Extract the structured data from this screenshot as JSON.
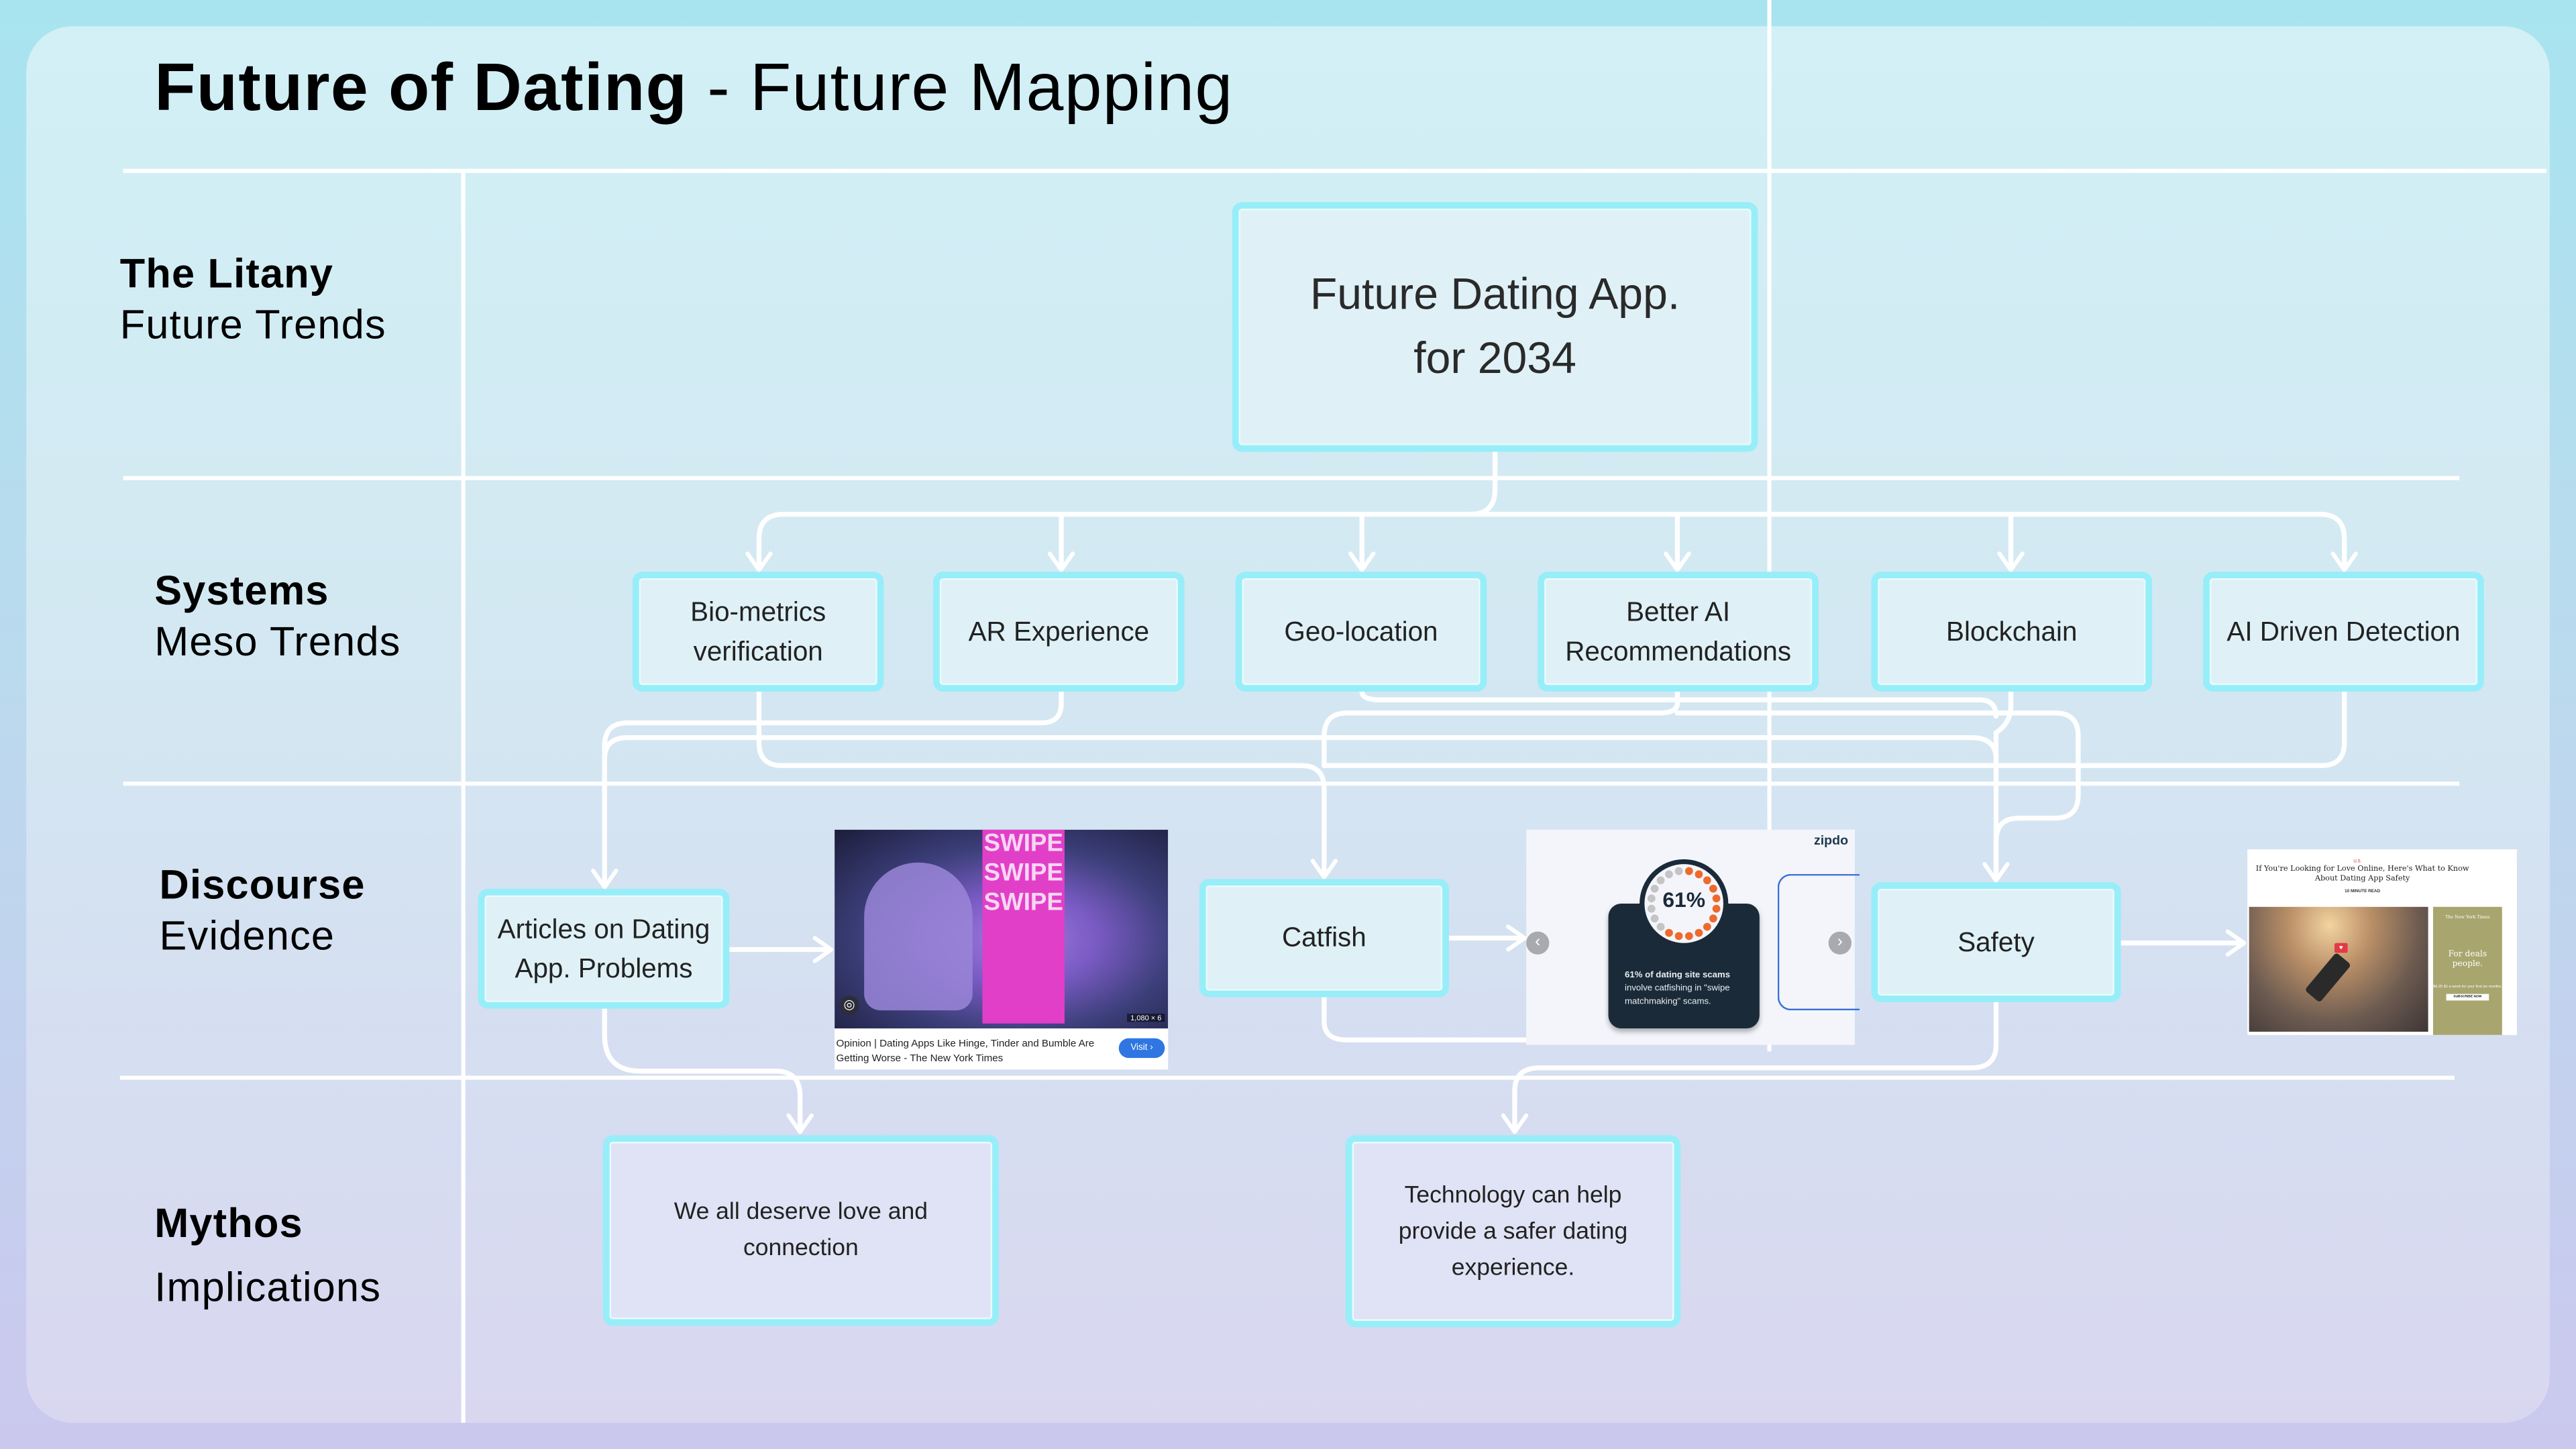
{
  "title": {
    "bold": "Future of Dating",
    "rest": " - Future Mapping"
  },
  "rows": [
    {
      "label": "The Litany",
      "sub": "Future Trends"
    },
    {
      "label": "Systems",
      "sub": "Meso Trends"
    },
    {
      "label": "Discourse",
      "sub": "Evidence"
    },
    {
      "label": "Mythos",
      "sub": "Implications"
    }
  ],
  "litany": {
    "box": "Future Dating App. for 2034"
  },
  "systems": [
    "Bio-metrics verification",
    "AR Experience",
    "Geo-location",
    "Better AI Recommendations",
    "Blockchain",
    "AI Driven Detection"
  ],
  "evidence": {
    "articles": "Articles on Dating App. Problems",
    "catfish": "Catfish",
    "safety": "Safety",
    "nyt": {
      "caption": "Opinion | Dating Apps Like Hinge, Tinder and Bumble Are Getting Worse - The New York Times",
      "visit": "Visit ›",
      "dims": "1,080 × 6",
      "poster": "SWIPE SWIPE SWIPE"
    },
    "zipdo": {
      "logo": "zipdo",
      "percent": "61%",
      "percent_value": 61,
      "stat_bold": "61% of dating site scams",
      "stat_rest": " involve catfishing in \"swipe matchmaking\" scams.",
      "prev": "‹",
      "next": "›"
    },
    "safety_article": {
      "section": "U.S.",
      "headline": "If You're Looking for Love Online, Here's What to Know About Dating App Safety",
      "read": "10 MINUTE READ",
      "ad_brand": "The New York Times",
      "ad_text": "For deals people.",
      "ad_price": "$6.25 $1 a week for your first six months.",
      "ad_button": "SUBSCRIBE NOW"
    }
  },
  "mythos": [
    "We all deserve love and connection",
    "Technology can help provide a safer dating experience."
  ],
  "colors": {
    "box_border": "#97eef8",
    "lines": "#ffffff",
    "zipdo_accent": "#ee6a2c"
  }
}
